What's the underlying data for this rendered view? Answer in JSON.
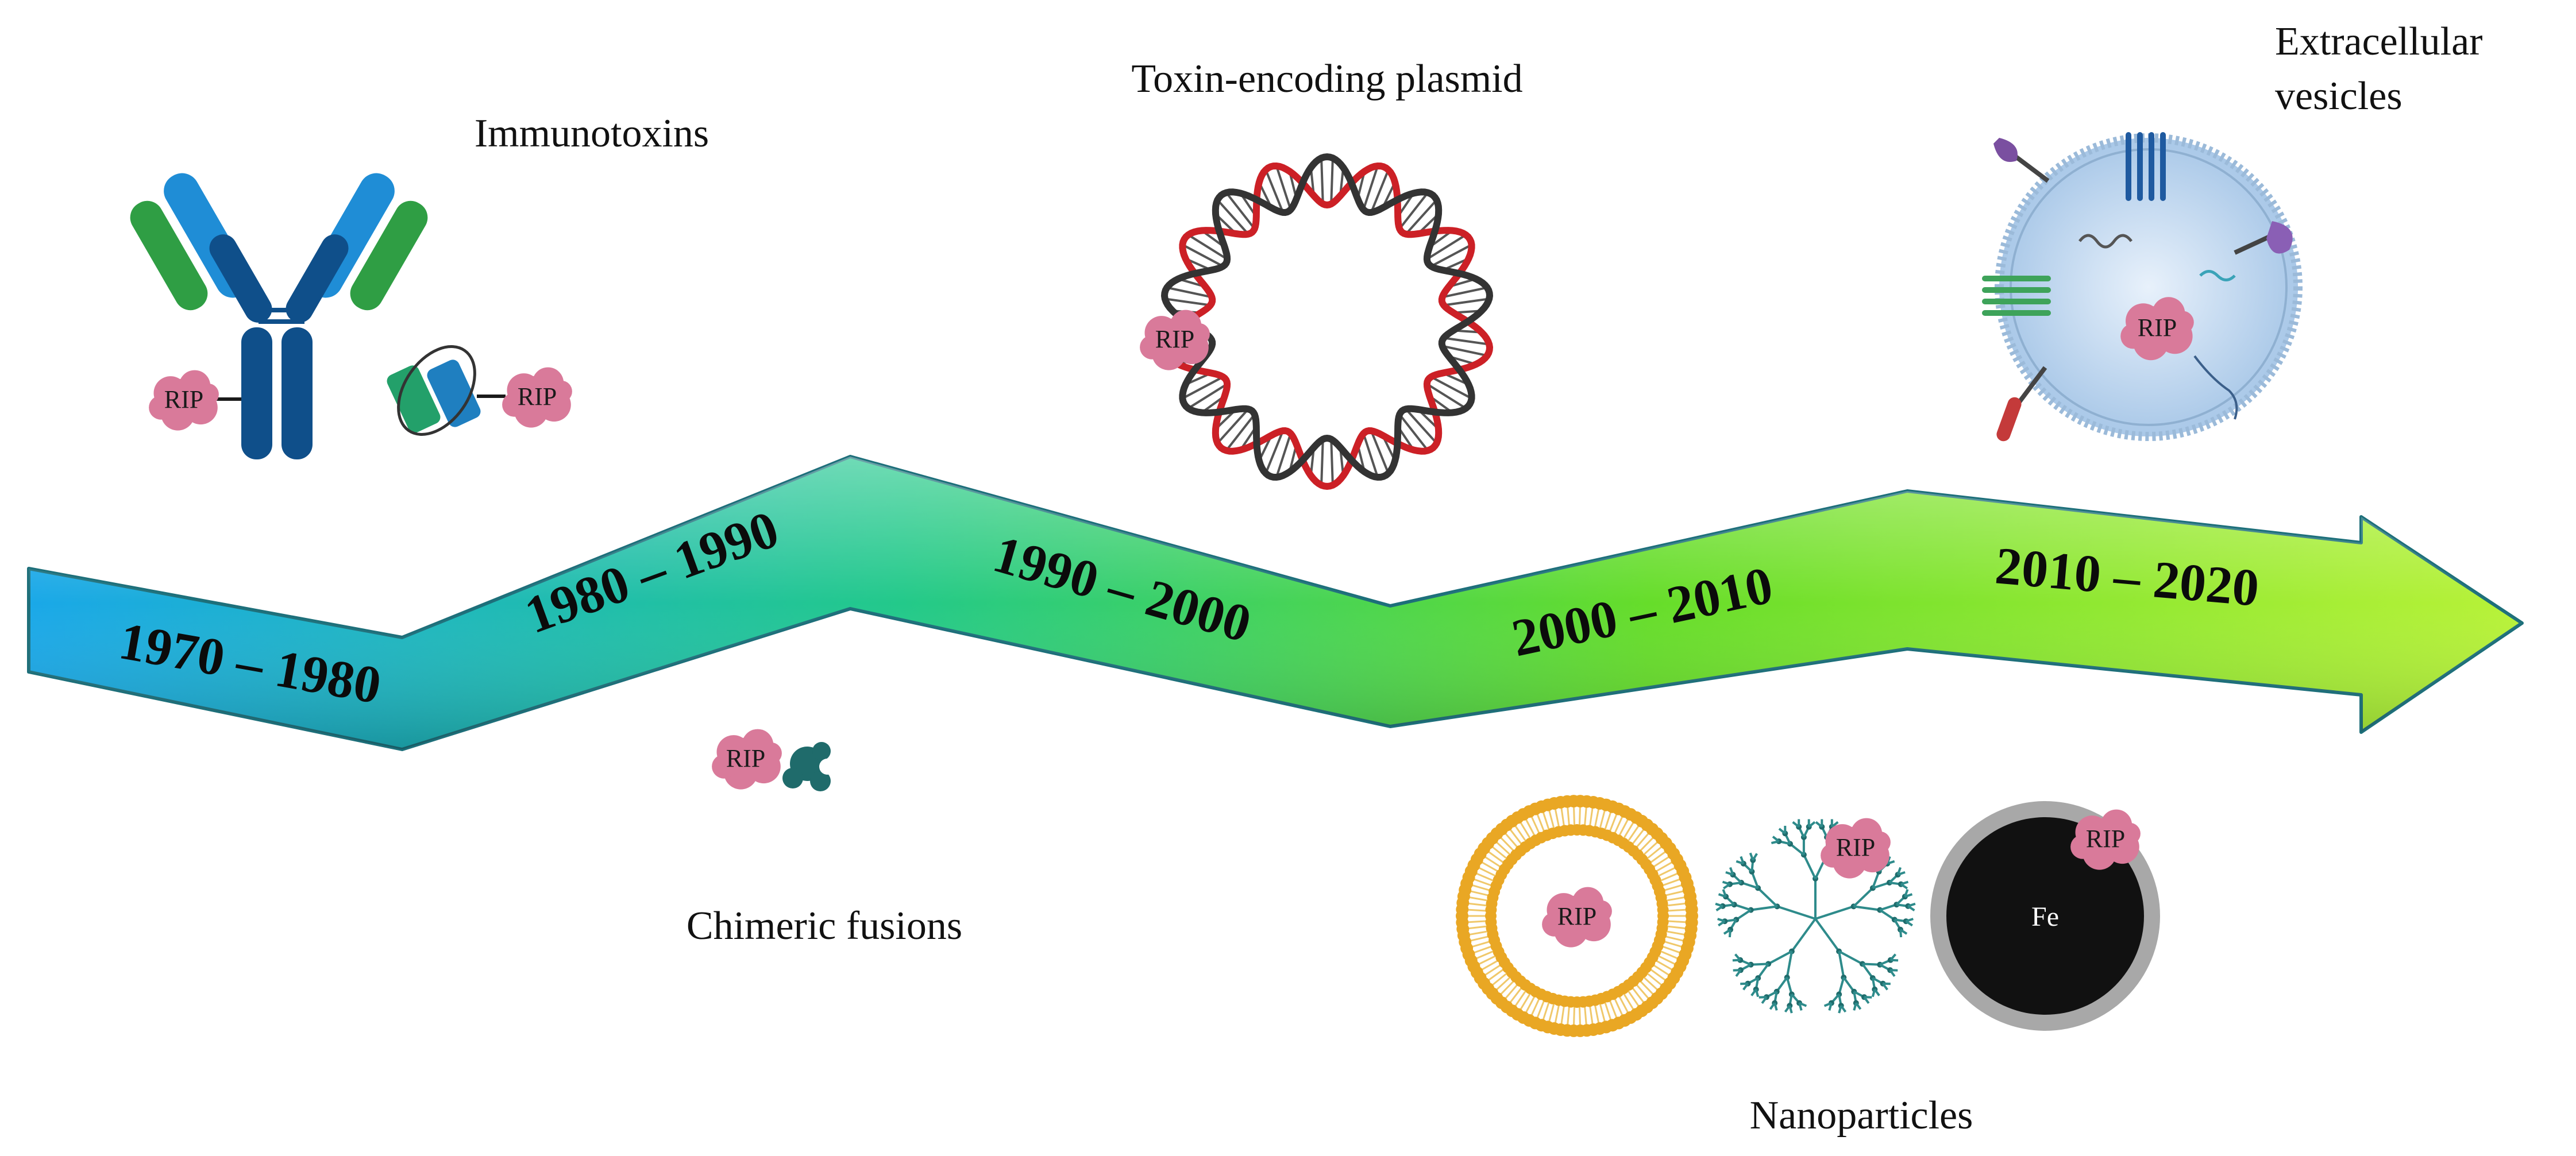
{
  "categories": {
    "immunotoxins": "Immunotoxins",
    "plasmid": "Toxin-encoding plasmid",
    "ev_line1": "Extracellular",
    "ev_line2": "vesicles",
    "chimeric": "Chimeric fusions",
    "nanoparticles": "Nanoparticles"
  },
  "timeline": {
    "eras": [
      "1970 – 1980",
      "1980 – 1990",
      "1990 – 2000",
      "2000 – 2010",
      "2010 – 2020"
    ],
    "gradient": [
      "#1aa8e8",
      "#23c98a",
      "#66dd2a",
      "#b8f238"
    ]
  },
  "molecule_label": "RIP",
  "iron_label": "Fe",
  "colors": {
    "rip": "#d97a9a",
    "dna_red": "#cc2026",
    "dna_dark": "#333333",
    "antibody_navy": "#0f4f8a",
    "antibody_light": "#1f8dd6",
    "antibody_green": "#2f9e44",
    "liposome": "#e9a724",
    "dendrimer": "#2e8b8b",
    "vesicle": "#b9d4ee"
  }
}
